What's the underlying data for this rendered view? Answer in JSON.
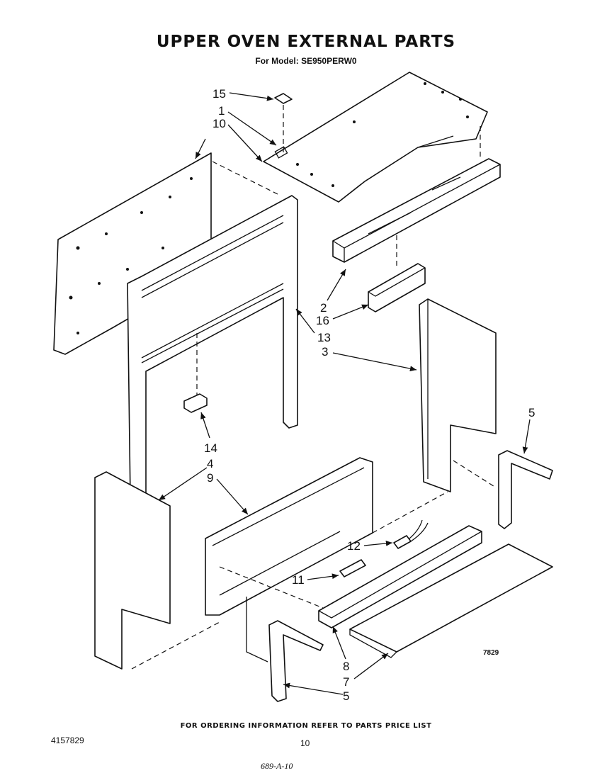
{
  "header": {
    "title": "UPPER OVEN  EXTERNAL  PARTS",
    "subtitle": "For Model: SE950PERW0"
  },
  "callouts": {
    "c15": "15",
    "c1": "1",
    "c10": "10",
    "c2": "2",
    "c16": "16",
    "c13": "13",
    "c3": "3",
    "c5a": "5",
    "c14": "14",
    "c4": "4",
    "c9": "9",
    "c12": "12",
    "c11": "11",
    "c8": "8",
    "c7": "7",
    "c5b": "5"
  },
  "figure_number": "7829",
  "footer": {
    "ordering_note": "FOR ORDERING INFORMATION REFER TO PARTS PRICE LIST",
    "part_number": "4157829",
    "page_number": "10",
    "handwritten_note": "689-A-10"
  }
}
